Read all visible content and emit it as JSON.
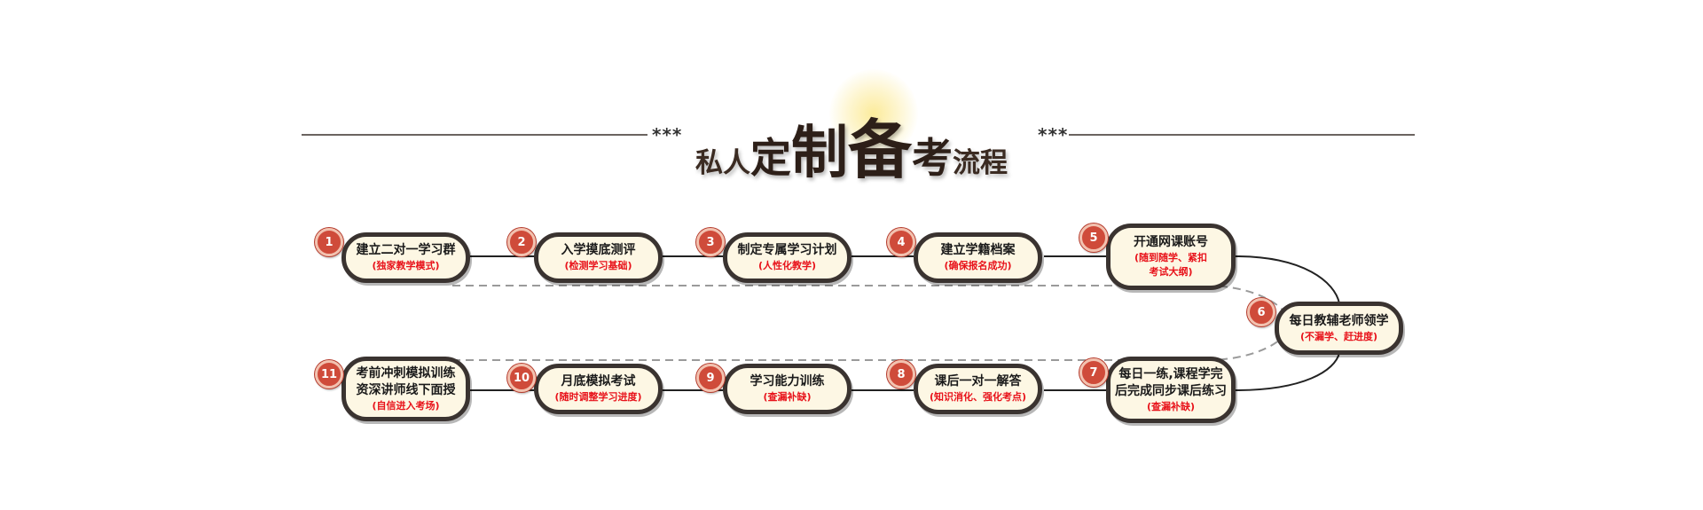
{
  "header": {
    "stars_left": "***",
    "stars_right": "***",
    "title_parts": [
      "私人",
      "定",
      "制",
      "备",
      "考",
      "流程"
    ]
  },
  "steps": [
    {
      "num": "1",
      "main": "建立二对一学习群",
      "sub": "(独家教学模式)"
    },
    {
      "num": "2",
      "main": "入学摸底测评",
      "sub": "(检测学习基础)"
    },
    {
      "num": "3",
      "main": "制定专属学习计划",
      "sub": "(人性化教学)"
    },
    {
      "num": "4",
      "main": "建立学籍档案",
      "sub": "(确保报名成功)"
    },
    {
      "num": "5",
      "main": "开通网课账号",
      "sub": "(随到随学、紧扣",
      "sub2": "考试大纲)"
    },
    {
      "num": "6",
      "main": "每日教辅老师领学",
      "sub": "(不漏学、赶进度)"
    },
    {
      "num": "7",
      "main": "每日一练,课程学完",
      "main2": "后完成同步课后练习",
      "sub": "(查漏补缺)"
    },
    {
      "num": "8",
      "main": "课后一对一解答",
      "sub": "(知识消化、强化考点)"
    },
    {
      "num": "9",
      "main": "学习能力训练",
      "sub": "(查漏补缺)"
    },
    {
      "num": "10",
      "main": "月底模拟考试",
      "sub": "(随时调整学习进度)"
    },
    {
      "num": "11",
      "main": "考前冲刺模拟训练",
      "main2": "资深讲师线下面授",
      "sub": "(自信进入考场)"
    }
  ],
  "colors": {
    "node_fill": "#fdf7e4",
    "node_border": "#3a3330",
    "badge": "#cf4b3a",
    "sub_text": "#e8121a",
    "title": "#2d1f18"
  }
}
